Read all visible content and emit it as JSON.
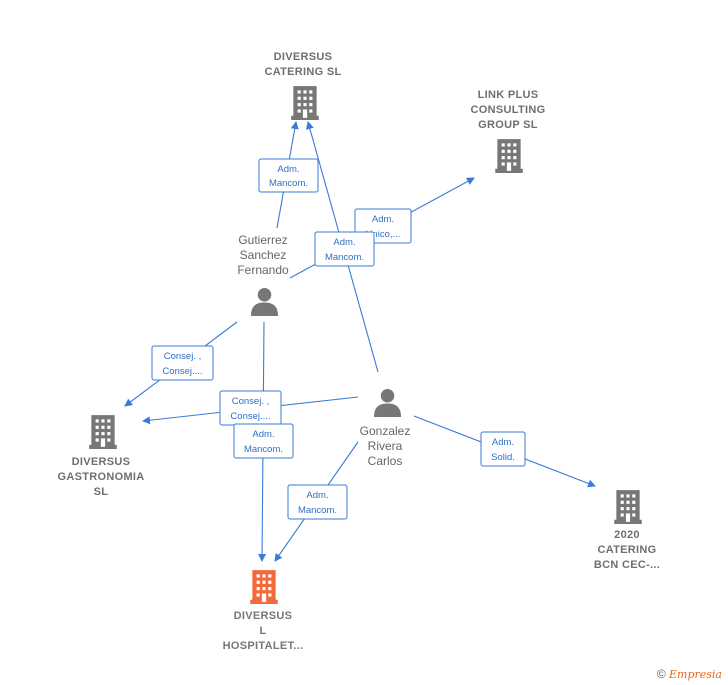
{
  "companies": {
    "diversus_catering": {
      "lines": [
        "DIVERSUS",
        "CATERING  SL"
      ],
      "icon": "building-icon",
      "color": "#777777"
    },
    "link_plus": {
      "lines": [
        "LINK PLUS",
        "CONSULTING",
        "GROUP SL"
      ],
      "icon": "building-icon",
      "color": "#777777"
    },
    "diversus_gastronomia": {
      "lines": [
        "DIVERSUS",
        "GASTRONOMIA",
        "SL"
      ],
      "icon": "building-icon",
      "color": "#777777"
    },
    "catering_2020": {
      "lines": [
        "2020",
        "CATERING",
        "BCN CEC-..."
      ],
      "icon": "building-icon",
      "color": "#777777"
    },
    "diversus_hospitalet": {
      "lines": [
        "DIVERSUS",
        "L",
        "HOSPITALET..."
      ],
      "icon": "building-icon",
      "color": "#f26a3b"
    }
  },
  "persons": {
    "gutierrez": {
      "lines": [
        "Gutierrez",
        "Sanchez",
        "Fernando"
      ],
      "icon": "person-icon"
    },
    "gonzalez": {
      "lines": [
        "Gonzalez",
        "Rivera",
        "Carlos"
      ],
      "icon": "person-icon"
    }
  },
  "roles": [
    {
      "id": "r1",
      "lines": [
        "Adm.",
        "Mancom."
      ]
    },
    {
      "id": "r2",
      "lines": [
        "Adm.",
        "Unico,..."
      ]
    },
    {
      "id": "r3",
      "lines": [
        "Adm.",
        "Mancom."
      ]
    },
    {
      "id": "r4",
      "lines": [
        "Consej. ,",
        "Consej...."
      ]
    },
    {
      "id": "r5",
      "lines": [
        "Consej. ,",
        "Consej...."
      ]
    },
    {
      "id": "r6",
      "lines": [
        "Adm.",
        "Mancom."
      ]
    },
    {
      "id": "r7",
      "lines": [
        "Adm.",
        "Solid."
      ]
    },
    {
      "id": "r8",
      "lines": [
        "Adm.",
        "Mancom."
      ]
    }
  ],
  "colors": {
    "edge": "#3a7bd5",
    "icon": "#777777",
    "focus": "#f26a3b"
  },
  "footer": {
    "copyright": "©",
    "brand": "Empresia"
  }
}
